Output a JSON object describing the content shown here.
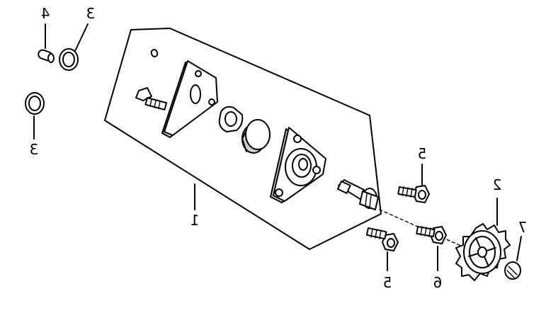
{
  "callouts": [
    {
      "id": "c1",
      "label": "1"
    },
    {
      "id": "c2",
      "label": "2"
    },
    {
      "id": "c3a",
      "label": "3"
    },
    {
      "id": "c3b",
      "label": "3"
    },
    {
      "id": "c4",
      "label": "4"
    },
    {
      "id": "c5a",
      "label": "5"
    },
    {
      "id": "c5b",
      "label": "5"
    },
    {
      "id": "c6",
      "label": "6"
    },
    {
      "id": "c7",
      "label": "7"
    }
  ]
}
